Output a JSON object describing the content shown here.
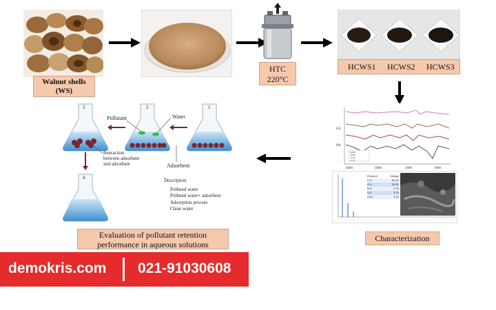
{
  "walnut": {
    "line1": "Walnut shells",
    "line2": "(WS)"
  },
  "htc": {
    "line1": "HTC",
    "line2": "220°C"
  },
  "samples": [
    "HCWS1",
    "HCWS2",
    "HCWS3"
  ],
  "adsorption": {
    "flask_numbers": [
      "3",
      "2",
      "1",
      "4"
    ],
    "pollutant_label": "Pollutant",
    "water_label": "Water",
    "adsorbent_label": "Adsorbent",
    "interaction_line1": "Interaction",
    "interaction_line2": "between adsorbent",
    "interaction_line3": "and adsorbate",
    "description_title": "Description",
    "steps": [
      "Polluted water",
      "Polluted water+ adsorbent",
      "Adsorption process",
      "Clean water"
    ]
  },
  "evaluation": {
    "line1": "Evaluation of pollutant retention",
    "line2": "performance in aqueous solutions"
  },
  "characterization": {
    "label": "Characterization"
  },
  "ftir": {
    "ticks": [
      "4000",
      "3000",
      "2000",
      "1000"
    ],
    "y_ticks": [
      "150",
      "100"
    ]
  },
  "eds_table": {
    "headers": [
      "Element",
      "Weight"
    ],
    "rows": [
      [
        "C K",
        "62.44"
      ],
      [
        "O K",
        "30.60"
      ],
      [
        "N K",
        "0.70"
      ],
      [
        "S K",
        "3.78"
      ],
      [
        "Ca K",
        "2.10"
      ]
    ]
  },
  "banner": {
    "website": "demokris.com",
    "phone": "021-91030608"
  }
}
